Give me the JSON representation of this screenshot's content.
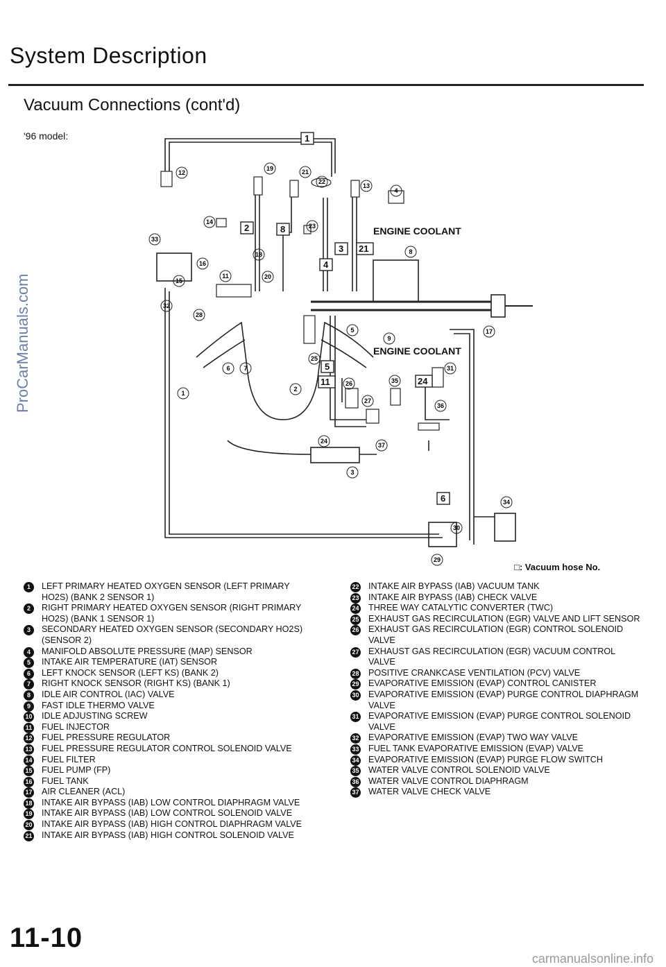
{
  "header": {
    "title": "System Description",
    "subtitle": "Vacuum Connections (cont'd)",
    "model_label": "'96 model:"
  },
  "diagram": {
    "engine_coolant_upper": "ENGINE COOLANT",
    "engine_coolant_lower": "ENGINE COOLANT",
    "hose_key": "□: Vacuum hose No.",
    "hose_numbers": [
      "1",
      "2",
      "3",
      "4",
      "5",
      "6",
      "8",
      "11",
      "21",
      "24"
    ],
    "callouts": [
      "1",
      "2",
      "3",
      "4",
      "5",
      "6",
      "7",
      "8",
      "9",
      "11",
      "12",
      "13",
      "14",
      "15",
      "16",
      "17",
      "18",
      "19",
      "20",
      "21",
      "22",
      "23",
      "24",
      "25",
      "26",
      "27",
      "28",
      "29",
      "30",
      "31",
      "32",
      "33",
      "34",
      "35",
      "36",
      "37"
    ]
  },
  "legend_left": [
    {
      "n": "1",
      "text": "LEFT PRIMARY HEATED OXYGEN SENSOR (LEFT PRIMARY HO2S) (BANK 2 SENSOR 1)"
    },
    {
      "n": "2",
      "text": "RIGHT PRIMARY HEATED OXYGEN SENSOR (RIGHT PRIMARY HO2S) (BANK 1 SENSOR 1)"
    },
    {
      "n": "3",
      "text": "SECONDARY HEATED OXYGEN SENSOR (SECONDARY HO2S) (SENSOR 2)"
    },
    {
      "n": "4",
      "text": "MANIFOLD ABSOLUTE PRESSURE (MAP) SENSOR"
    },
    {
      "n": "5",
      "text": "INTAKE AIR TEMPERATURE (IAT) SENSOR"
    },
    {
      "n": "6",
      "text": "LEFT KNOCK SENSOR (LEFT KS) (BANK 2)"
    },
    {
      "n": "7",
      "text": "RIGHT KNOCK SENSOR (RIGHT KS) (BANK 1)"
    },
    {
      "n": "8",
      "text": "IDLE AIR CONTROL (IAC) VALVE"
    },
    {
      "n": "9",
      "text": "FAST IDLE THERMO VALVE"
    },
    {
      "n": "10",
      "text": "IDLE ADJUSTING SCREW"
    },
    {
      "n": "11",
      "text": "FUEL INJECTOR"
    },
    {
      "n": "12",
      "text": "FUEL PRESSURE REGULATOR"
    },
    {
      "n": "13",
      "text": "FUEL PRESSURE REGULATOR CONTROL SOLENOID VALVE"
    },
    {
      "n": "14",
      "text": "FUEL FILTER"
    },
    {
      "n": "15",
      "text": "FUEL PUMP (FP)"
    },
    {
      "n": "16",
      "text": "FUEL TANK"
    },
    {
      "n": "17",
      "text": "AIR CLEANER (ACL)"
    },
    {
      "n": "18",
      "text": "INTAKE AIR BYPASS (IAB) LOW CONTROL DIAPHRAGM VALVE"
    },
    {
      "n": "19",
      "text": "INTAKE AIR BYPASS (IAB) LOW CONTROL SOLENOID VALVE"
    },
    {
      "n": "20",
      "text": "INTAKE AIR BYPASS (IAB) HIGH CONTROL DIAPHRAGM VALVE"
    },
    {
      "n": "21",
      "text": "INTAKE AIR BYPASS (IAB) HIGH CONTROL SOLENOID VALVE"
    }
  ],
  "legend_right": [
    {
      "n": "22",
      "text": "INTAKE AIR BYPASS (IAB) VACUUM TANK"
    },
    {
      "n": "23",
      "text": "INTAKE AIR BYPASS (IAB) CHECK VALVE"
    },
    {
      "n": "24",
      "text": "THREE WAY CATALYTIC CONVERTER (TWC)"
    },
    {
      "n": "25",
      "text": "EXHAUST GAS RECIRCULATION (EGR) VALVE AND LIFT SENSOR"
    },
    {
      "n": "26",
      "text": "EXHAUST GAS RECIRCULATION (EGR) CONTROL SOLENOID VALVE"
    },
    {
      "n": "27",
      "text": "EXHAUST GAS RECIRCULATION (EGR) VACUUM CONTROL VALVE"
    },
    {
      "n": "28",
      "text": "POSITIVE CRANKCASE VENTILATION (PCV) VALVE"
    },
    {
      "n": "29",
      "text": "EVAPORATIVE EMISSION (EVAP) CONTROL CANISTER"
    },
    {
      "n": "30",
      "text": "EVAPORATIVE EMISSION (EVAP) PURGE CONTROL DIAPHRAGM VALVE"
    },
    {
      "n": "31",
      "text": "EVAPORATIVE EMISSION (EVAP) PURGE CONTROL SOLENOID VALVE"
    },
    {
      "n": "32",
      "text": "EVAPORATIVE EMISSION (EVAP) TWO WAY VALVE"
    },
    {
      "n": "33",
      "text": "FUEL TANK EVAPORATIVE EMISSION (EVAP) VALVE"
    },
    {
      "n": "34",
      "text": "EVAPORATIVE EMISSION (EVAP) PURGE FLOW SWITCH"
    },
    {
      "n": "35",
      "text": "WATER VALVE CONTROL SOLENOID VALVE"
    },
    {
      "n": "36",
      "text": "WATER VALVE CONTROL DIAPHRAGM"
    },
    {
      "n": "37",
      "text": "WATER VALVE CHECK VALVE"
    }
  ],
  "footer": {
    "page_number": "11-10",
    "url": "carmanualsonline.info"
  },
  "watermark": "ProCarManuals.com"
}
